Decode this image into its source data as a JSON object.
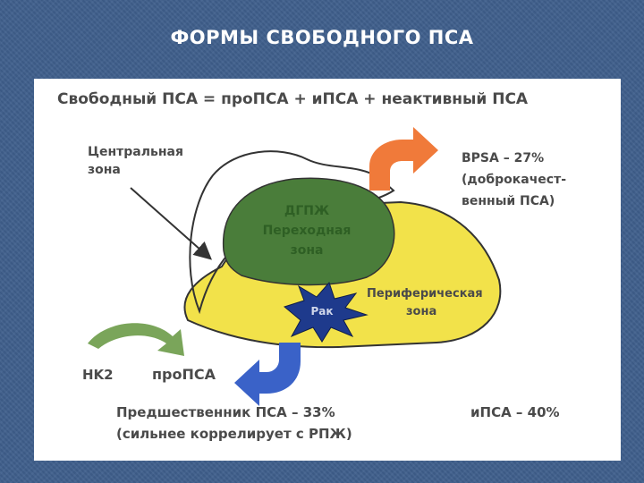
{
  "slide": {
    "title": "ФОРМЫ СВОБОДНОГО ПСА"
  },
  "diagram": {
    "formula": "Свободный ПСА = проПСА + иПСА + неактивный ПСА",
    "central_zone": [
      "Центральная",
      "зона"
    ],
    "transition_zone": [
      "ДГПЖ",
      "Переходная",
      "зона"
    ],
    "peripheral_zone": [
      "Периферическая",
      "зона"
    ],
    "cancer": "Рак",
    "bpsa": [
      "BPSA – 27%",
      "(доброкачест-",
      "венный ПСА)"
    ],
    "hk2": "HK2",
    "propsa": "проПСА",
    "precursor": [
      "Предшественник ПСА – 33%",
      "(сильнее коррелирует с РПЖ)"
    ],
    "ipsa": "иПСА – 40%"
  },
  "colors": {
    "background": "#3f5f8c",
    "transition_zone": "#4a7d3a",
    "peripheral_zone": "#f2e24a",
    "cancer": "#1e3a8c",
    "bpsa_arrow": "#f07a3a",
    "precursor_arrow": "#3a62c8",
    "hk2_arrow": "#7aa55a",
    "text": "#4a4a4a"
  }
}
